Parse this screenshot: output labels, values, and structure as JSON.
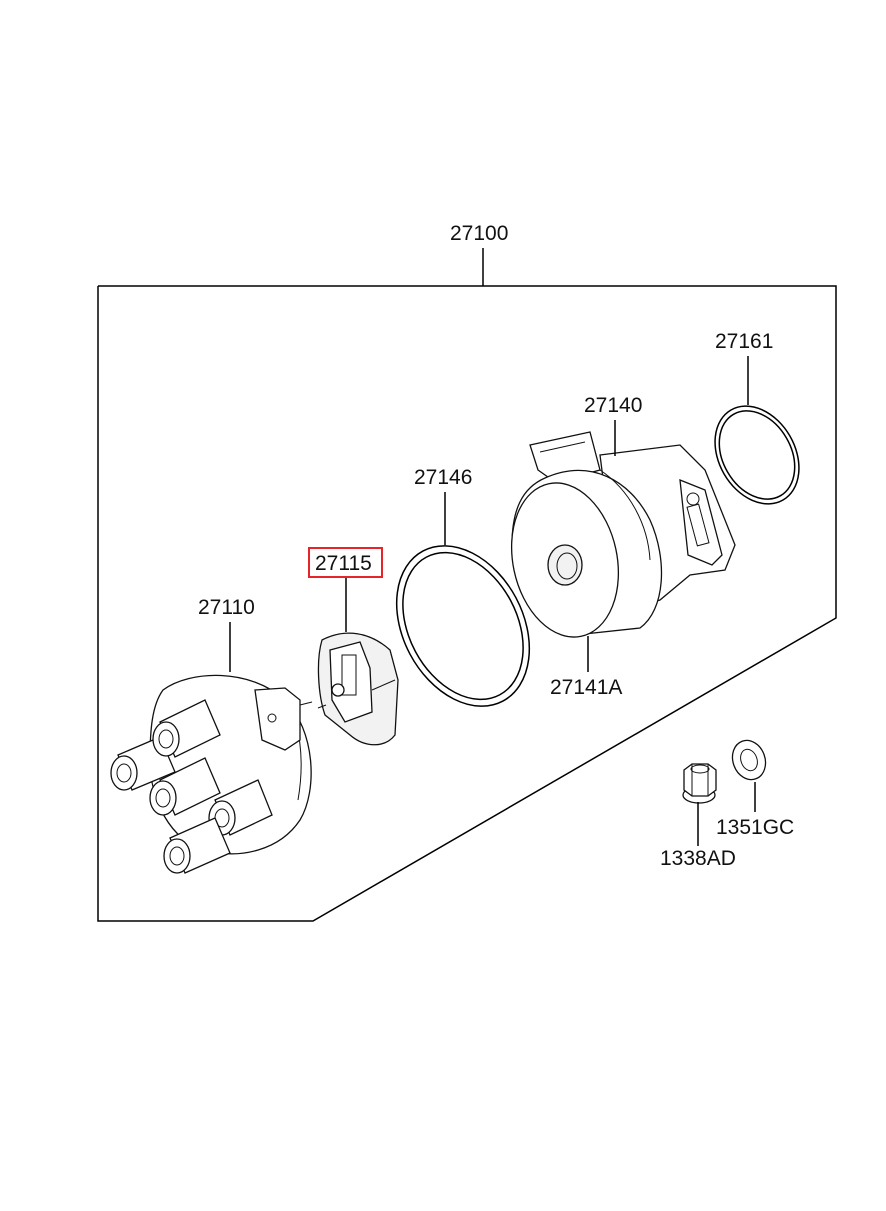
{
  "labels": {
    "assembly": "27100",
    "cap": "27110",
    "rotor": "27115",
    "oring_large": "27146",
    "housing": "27140",
    "housing_sub": "27141A",
    "oring_small": "27161",
    "washer": "1351GC",
    "nut": "1338AD"
  },
  "highlight_color": "#e8242b"
}
